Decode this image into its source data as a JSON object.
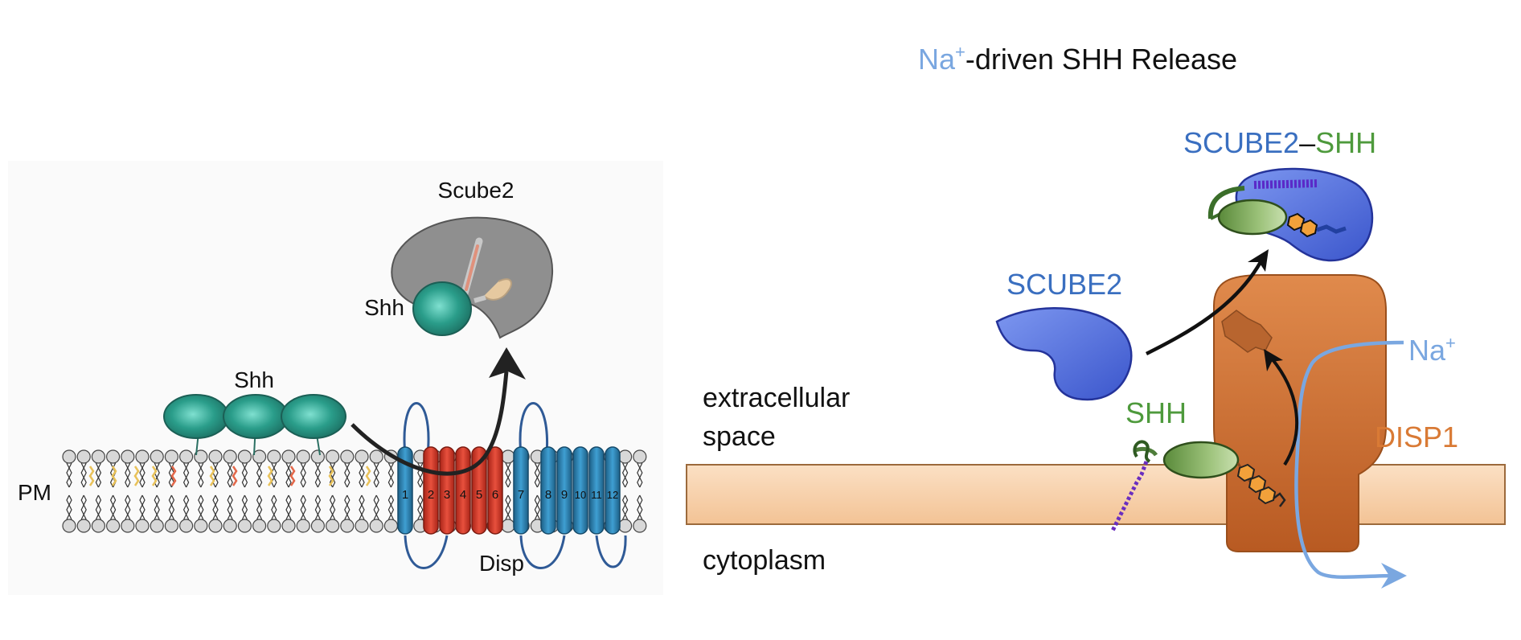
{
  "left_panel": {
    "scube2_label": "Scube2",
    "shh_bound_label": "Shh",
    "shh_membrane_label": "Shh",
    "pm_label": "PM",
    "disp_label": "Disp",
    "helix_numbers": [
      "1",
      "2",
      "3",
      "4",
      "5",
      "6",
      "7",
      "8",
      "9",
      "10",
      "11",
      "12"
    ]
  },
  "right_panel": {
    "title_ion": "Na",
    "title_ion_charge": "+",
    "title_rest": "-driven SHH Release",
    "complex_scube2": "SCUBE2",
    "complex_dash": "–",
    "complex_shh": "SHH",
    "scube2_label": "SCUBE2",
    "na_label": "Na",
    "na_charge": "+",
    "extracellular_line1": "extracellular",
    "extracellular_line2": "space",
    "shh_label": "SHH",
    "disp1_label": "DISP1",
    "cytoplasm_label": "cytoplasm"
  },
  "colors": {
    "shh_teal": "#2a9d8a",
    "scube_gray": "#8f8f8f",
    "helix_red": "#d63a2a",
    "helix_blue": "#2f86b8",
    "scube2_blue": "#4a68d8",
    "shh_green": "#6f9a4a",
    "disp1_orange": "#cf6f2e",
    "membrane_peach": "#f8d3b0",
    "na_blue": "#7aa7e0",
    "label_blue": "#3a6fc0",
    "label_green": "#4e9a3c",
    "label_orange": "#d97a35"
  }
}
